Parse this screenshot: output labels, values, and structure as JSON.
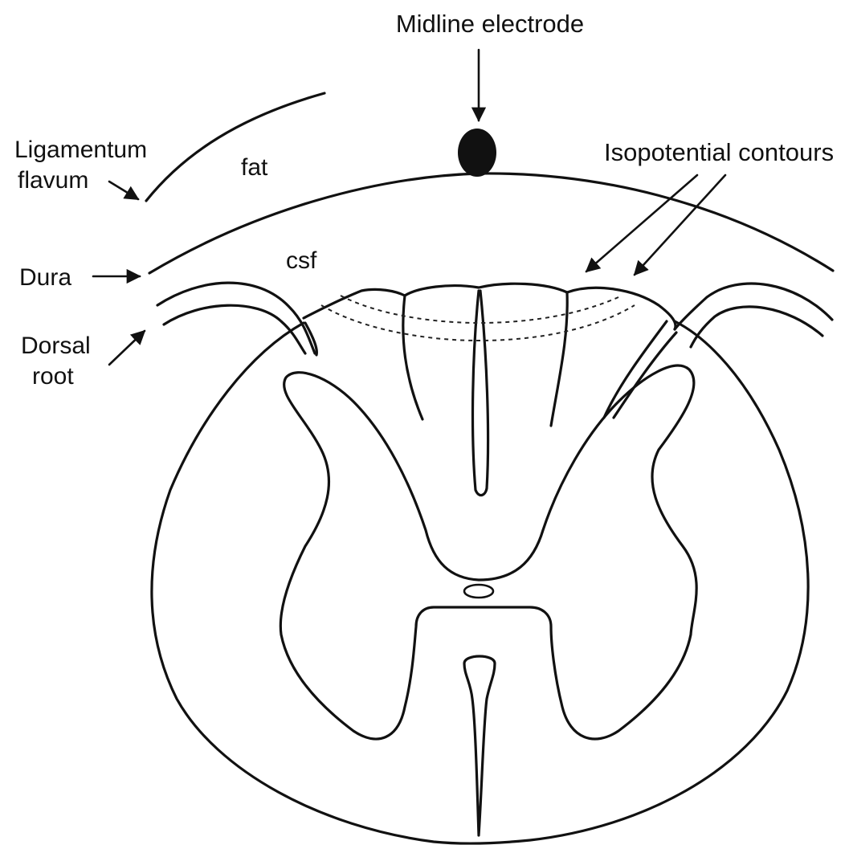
{
  "labels": {
    "midline_electrode": "Midline electrode",
    "isopotential_contours": "Isopotential contours",
    "ligamentum_line1": "Ligamentum",
    "ligamentum_line2": "flavum",
    "fat": "fat",
    "csf": "csf",
    "dura": "Dura",
    "dorsal_line1": "Dorsal",
    "dorsal_line2": "root"
  },
  "colors": {
    "ink": "#111111",
    "background": "#ffffff"
  }
}
